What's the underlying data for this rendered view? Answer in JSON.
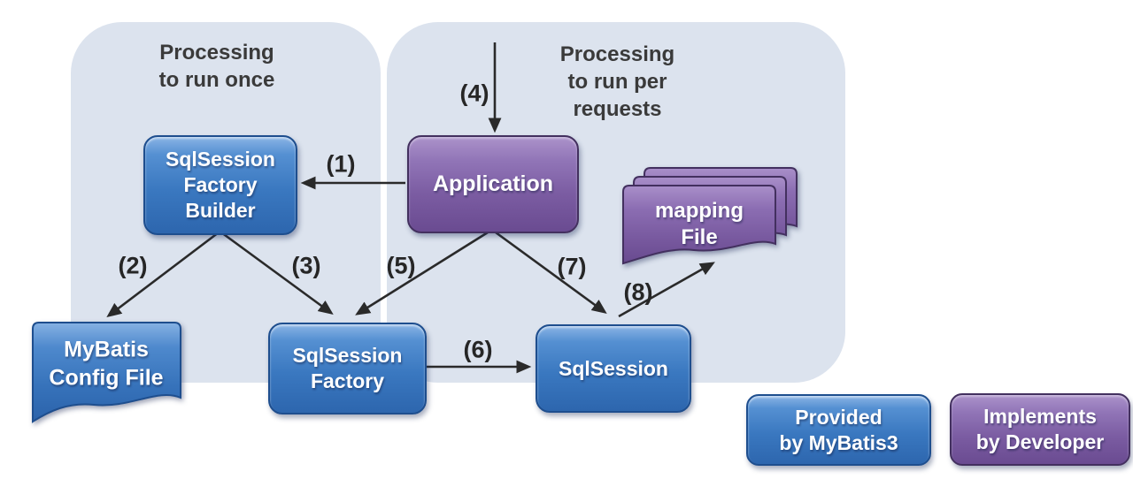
{
  "panels": {
    "run_once": {
      "title": "Processing\nto run once"
    },
    "per_request": {
      "title": "Processing\nto run per\nrequests"
    }
  },
  "nodes": {
    "sqlsession_factory_builder": {
      "label": "SqlSession\nFactory\nBuilder",
      "type": "provided-by-mybatis3"
    },
    "application": {
      "label": "Application",
      "type": "implements-by-developer"
    },
    "mybatis_config_file": {
      "label": "MyBatis\nConfig File",
      "type": "provided-by-mybatis3"
    },
    "sqlsession_factory": {
      "label": "SqlSession\nFactory",
      "type": "provided-by-mybatis3"
    },
    "sqlsession": {
      "label": "SqlSession",
      "type": "provided-by-mybatis3"
    },
    "mapping_file": {
      "label": "mapping\nFile",
      "type": "implements-by-developer"
    }
  },
  "arrow_labels": {
    "a1": "(1)",
    "a2": "(2)",
    "a3": "(3)",
    "a4": "(4)",
    "a5": "(5)",
    "a6": "(6)",
    "a7": "(7)",
    "a8": "(8)"
  },
  "legend": {
    "provided": {
      "label": "Provided\nby MyBatis3"
    },
    "developer": {
      "label": "Implements\nby Developer"
    }
  },
  "colors": {
    "panel_bg": "#dce3ee",
    "provided_fill": "#3a78c0",
    "developer_fill": "#7b5ca2",
    "arrow": "#2a2a2a",
    "label_text": "#ffffff",
    "title_text": "#3a3a3a"
  }
}
